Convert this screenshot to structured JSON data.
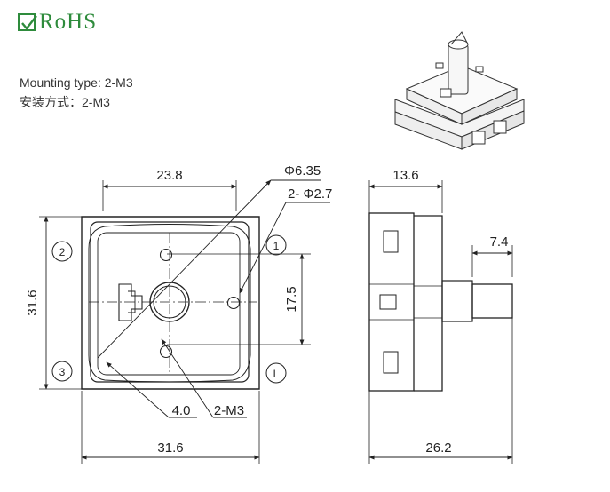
{
  "badge": {
    "label": "RoHS",
    "icon": "check-icon",
    "color": "#2e8b3c"
  },
  "mounting": {
    "line_en": "Mounting type: 2-M3",
    "line_cn": "安装方式：2-M3"
  },
  "front_view": {
    "dim_top": "23.8",
    "dim_shaft_dia": "Φ6.35",
    "dim_holes": "2- Φ2.7",
    "dim_left": "31.6",
    "dim_hole_spacing": "17.5",
    "dim_bottom": "31.6",
    "dim_offset": "4.0",
    "dim_mount": "2-M3",
    "terminals": [
      "1",
      "2",
      "3",
      "L"
    ]
  },
  "side_view": {
    "dim_top": "13.6",
    "dim_shaft_len": "7.4",
    "dim_bottom": "26.2"
  }
}
